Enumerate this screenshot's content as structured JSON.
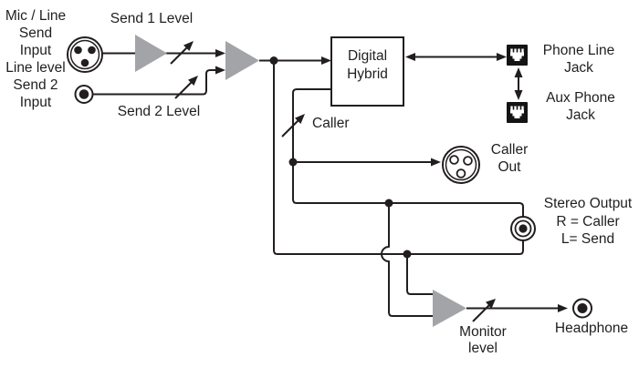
{
  "title": "Digital Hybrid signal flow diagram",
  "colors": {
    "background": "#ffffff",
    "line": "#221e1f",
    "amp_fill": "#a2a4a7",
    "jack_background": "#141414",
    "jack_glyph": "#ffffff"
  },
  "labels": {
    "mic_line_input": "Mic / Line\nSend\nInput",
    "line_level_input": "Line level\nSend 2\nInput",
    "send1_level": "Send 1 Level",
    "send2_level": "Send 2 Level",
    "digital_hybrid": "Digital\nHybrid",
    "phone_line_jack": "Phone Line\nJack",
    "aux_phone_jack": "Aux Phone\nJack",
    "caller_level": "Caller",
    "caller_out": "Caller\nOut",
    "stereo_output": "Stereo Output\nR = Caller\nL= Send",
    "monitor_level": "Monitor\nlevel",
    "headphone": "Headphone"
  },
  "icons": {
    "xlr_female_input": "xlr-female-connector-icon",
    "line_input_jack": "line-input-jack-icon",
    "amplifier": "amplifier-triangle-icon",
    "level_control": "level-control-arrow-icon",
    "phone_line_jack": "rj11-jack-icon",
    "aux_phone_jack": "rj11-jack-icon",
    "caller_out_xlr": "xlr-male-connector-icon",
    "stereo_output_jack": "stereo-jack-icon",
    "headphone_jack": "headphone-jack-icon"
  },
  "connections": [
    "Mic/Line Send Input -> Send 1 Level amp -> summing amp",
    "Line level Send 2 Input -> Send 2 Level -> summing amp",
    "Summing amp -> Digital Hybrid",
    "Digital Hybrid <-> Phone Line Jack",
    "Phone Line Jack <-> Aux Phone Jack",
    "Digital Hybrid -> Caller level -> Caller Out",
    "Caller -> Stereo Output R, Send -> Stereo Output L",
    "Caller + Send -> Monitor level amp -> Headphone"
  ]
}
